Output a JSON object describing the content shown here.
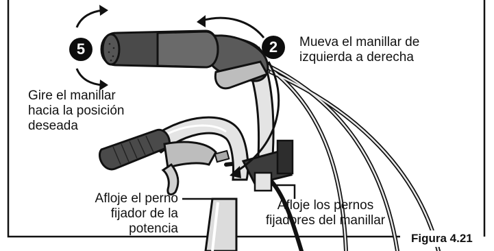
{
  "steps": {
    "step5": {
      "number": "5",
      "label_lines": [
        "Gire el manillar",
        "hacia la posición",
        "deseada"
      ]
    },
    "step2": {
      "number": "2",
      "label_lines": [
        "Mueva el manillar de",
        "izquierda a derecha"
      ]
    }
  },
  "callouts": {
    "stem_bolt": {
      "label_lines": [
        "Afloje el perno",
        "fijador de la",
        "potencia"
      ]
    },
    "handlebar_bolts": {
      "label_lines": [
        "Afloje los pernos",
        "fijadores del manillar"
      ]
    }
  },
  "figure_label": "Figura 4.21",
  "colors": {
    "frame": "#111111",
    "metal_light": "#e4e4e4",
    "metal_mid": "#bdbdbd",
    "grip_dark": "#3a3a3a",
    "badge_bg": "#0d0d0d",
    "text": "#111111"
  }
}
